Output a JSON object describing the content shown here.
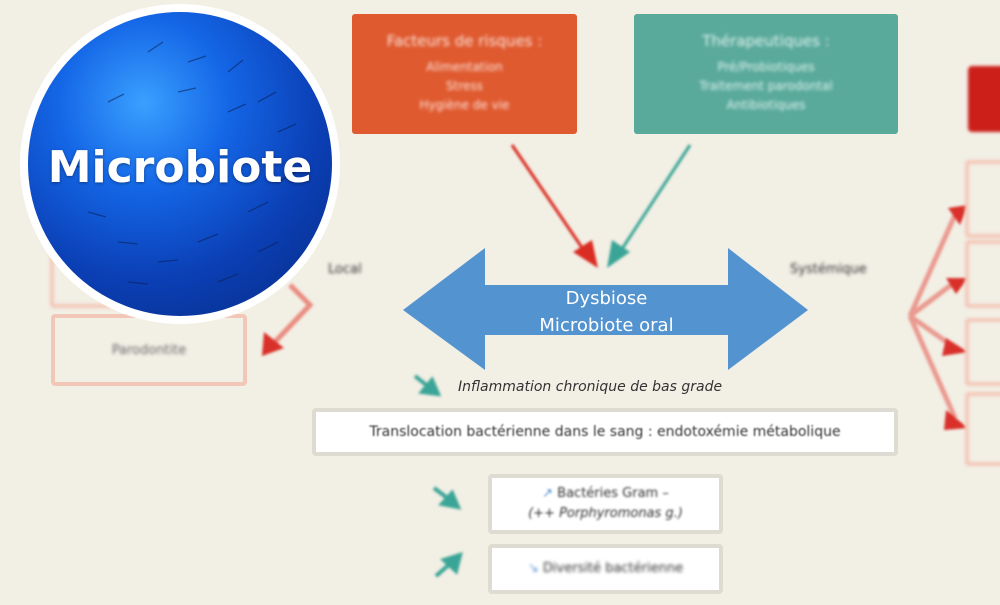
{
  "title": "Microbiote",
  "risk_factors": {
    "title": "Facteurs de risques :",
    "items": [
      "Alimentation",
      "Stress",
      "Hygiène de vie"
    ]
  },
  "therapeutics": {
    "title": "Thérapeutiques :",
    "items": [
      "Pré/Probiotiques",
      "Traitement parodontal",
      "Antibiotiques"
    ]
  },
  "center": {
    "line1": "Dysbiose",
    "line2": "Microbiote oral"
  },
  "local_label": "Local",
  "systemic_label": "Systémique",
  "left_box": "Parodontite",
  "inflammation": "Inflammation chronique de bas grade",
  "translocation": "Translocation bactérienne dans le sang : endotoxémie métabolique",
  "gram": {
    "line1": "Bactéries Gram –",
    "line2": "(++ Porphyromonas g.)"
  },
  "diversity": "Diversité bactérienne",
  "colors": {
    "orange": "#e05a30",
    "teal": "#5aaa9c",
    "blue": "#4f8fcc",
    "red": "#cc1f1a",
    "pink": "#f3c7b8"
  }
}
